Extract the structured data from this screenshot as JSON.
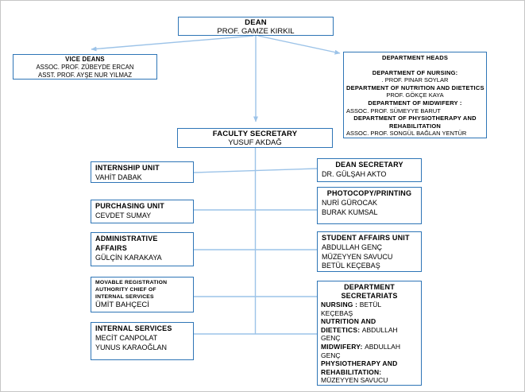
{
  "colors": {
    "box_border": "#2e75b6",
    "connector": "#9cc3e8",
    "text": "#000000",
    "page_border": "#c6c6c6",
    "background": "#ffffff"
  },
  "dean": {
    "title": "DEAN",
    "name": "PROF.  GAMZE KIRKIL"
  },
  "vice_deans": {
    "title": "VICE DEANS",
    "members": [
      "ASSOC. PROF.  ZÜBEYDE ERCAN",
      "ASST. PROF.  AYŞE NUR YILMAZ"
    ]
  },
  "department_heads": {
    "title": "DEPARTMENT HEADS",
    "lines": [
      "DEPARTMENT OF NURSING:",
      ". PROF.  PINAR SOYLAR",
      "DEPARTMENT OF NUTRITION AND DIETETICS :",
      "PROF. GÖKÇE KAYA",
      "DEPARTMENT OF MIDWIFERY :",
      "ASSOC. PROF. SÜMEYYE BARUT",
      "DEPARTMENT  OF PHYSIOTHERAPY AND",
      "REHABILITATION",
      "ASSOC. PROF. SONGÜL BAĞLAN YENTÜR"
    ]
  },
  "faculty_secretary": {
    "title": "FACULTY SECRETARY",
    "name": "YUSUF AKDAĞ"
  },
  "internship_unit": {
    "title": "INTERNSHIP UNIT",
    "members": [
      "VAHİT DABAK"
    ]
  },
  "purchasing_unit": {
    "title": "PURCHASING UNIT",
    "members": [
      "CEVDET SUMAY"
    ]
  },
  "administrative_affairs": {
    "title_lines": [
      "ADMINISTRATIVE",
      "AFFAIRS"
    ],
    "members": [
      "GÜLÇİN KARAKAYA"
    ]
  },
  "movable_registration": {
    "title_lines": [
      "MOVABLE REGISTRATION",
      "AUTHORITY CHIEF OF",
      "INTERNAL SERVICES"
    ],
    "members": [
      "ÜMİT BAHÇECİ"
    ]
  },
  "internal_services": {
    "title": "INTERNAL SERVICES",
    "members": [
      "MECİT CANPOLAT",
      "YUNUS KARAOĞLAN"
    ]
  },
  "dean_secretary": {
    "title": "DEAN SECRETARY",
    "members": [
      "DR. GÜLŞAH AKTO"
    ]
  },
  "photocopy_printing": {
    "title": "PHOTOCOPY/PRINTING",
    "members": [
      "NURİ GÜROCAK",
      "BURAK KUMSAL"
    ]
  },
  "student_affairs_unit": {
    "title": "STUDENT AFFAIRS UNIT",
    "members": [
      "ABDULLAH GENÇ",
      "MÜZEYYEN SAVUCU",
      "BETÜL KEÇEBAŞ"
    ]
  },
  "department_secretariats": {
    "title_lines": [
      "DEPARTMENT",
      "SECRETARIATS"
    ],
    "rows": [
      {
        "b": "NURSING : ",
        "r": "BETÜL"
      },
      {
        "b": "",
        "r": "KEÇEBAŞ"
      },
      {
        "b": "NUTRITION AND",
        "r": ""
      },
      {
        "b": "DIETETICS: ",
        "r": "ABDULLAH"
      },
      {
        "b": "",
        "r": "GENÇ"
      },
      {
        "b": "MIDWIFERY: ",
        "r": "ABDULLAH"
      },
      {
        "b": "",
        "r": "GENÇ"
      },
      {
        "b": "PHYSIOTHERAPY AND",
        "r": ""
      },
      {
        "b": "REHABILITATION:",
        "r": ""
      },
      {
        "b": "",
        "r": "MÜZEYYEN SAVUCU"
      }
    ]
  }
}
